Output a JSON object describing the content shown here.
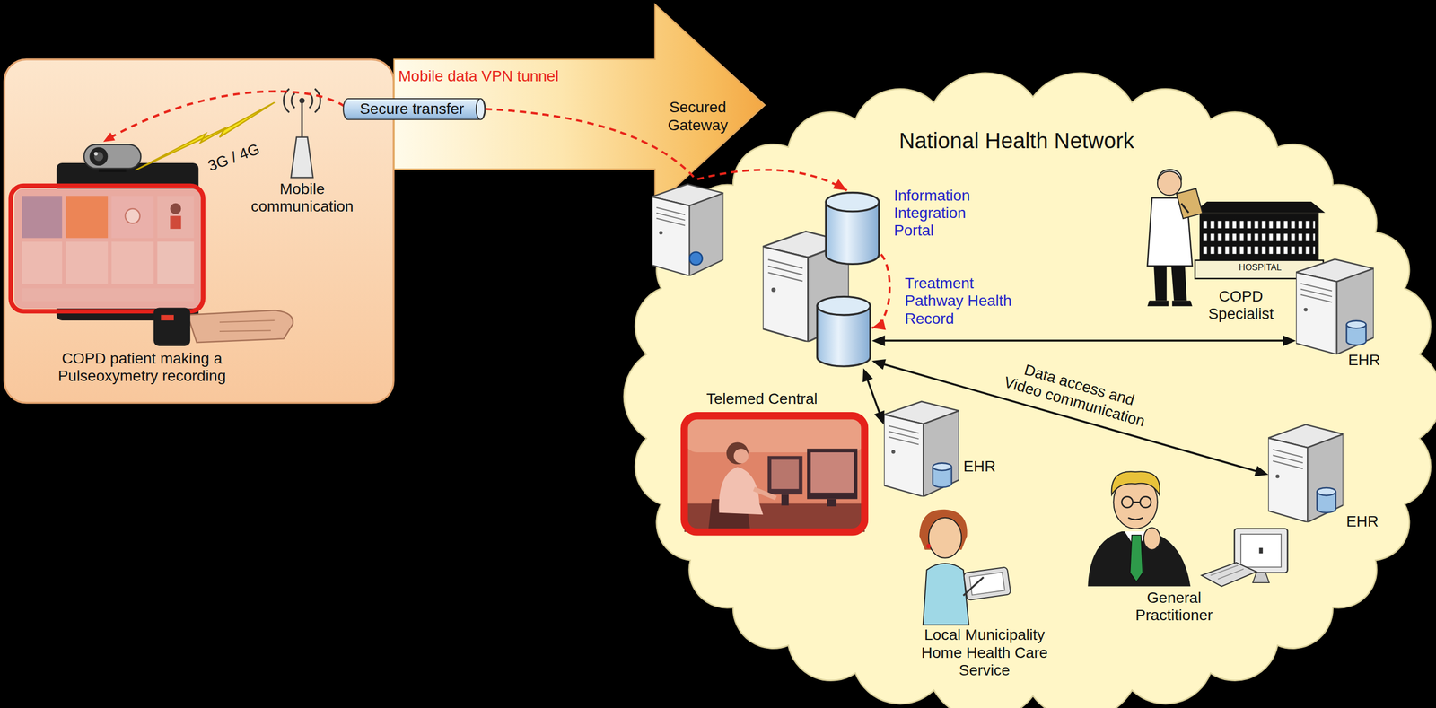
{
  "diagram": {
    "nodes": [
      {
        "text": [
          "COPD patient making a Pulseoxymetry recording"
        ]
      },
      {
        "text": [
          "Mobile data VPN tunnel",
          "Secured Gateway"
        ]
      },
      {
        "text": [
          "Secure transfer"
        ]
      },
      {
        "text": [
          "National Health Network"
        ]
      },
      {
        "text": [
          "Information Integration Portal"
        ],
        "in": 3
      },
      {
        "text": [
          "Treatment Pathway Health Record"
        ],
        "in": 3
      },
      {
        "text": [
          "EHR"
        ],
        "in": 3
      },
      {
        "text": [
          "Telemed Central"
        ],
        "in": 3
      },
      {
        "text": [
          "EHR"
        ],
        "in": 3
      },
      {
        "text": [
          "EHR"
        ],
        "in": 3
      }
    ],
    "edges": [
      {
        "from": 2,
        "to": 4,
        "arrow": "to"
      },
      {
        "from": 4,
        "to": 5,
        "arrow": "to"
      },
      {
        "from": 5,
        "to": 6,
        "arrow": "both"
      },
      {
        "from": 5,
        "to": 8,
        "arrow": "both"
      },
      {
        "from": 5,
        "to": 9,
        "arrow": "both",
        "label": "Data access and Video communication"
      }
    ],
    "labels": [
      "3G / 4G",
      "Mobile communication",
      "HOSPITAL",
      "COPD Specialist",
      "Local Municipality Home Health Care Service",
      "General Practitioner"
    ]
  }
}
